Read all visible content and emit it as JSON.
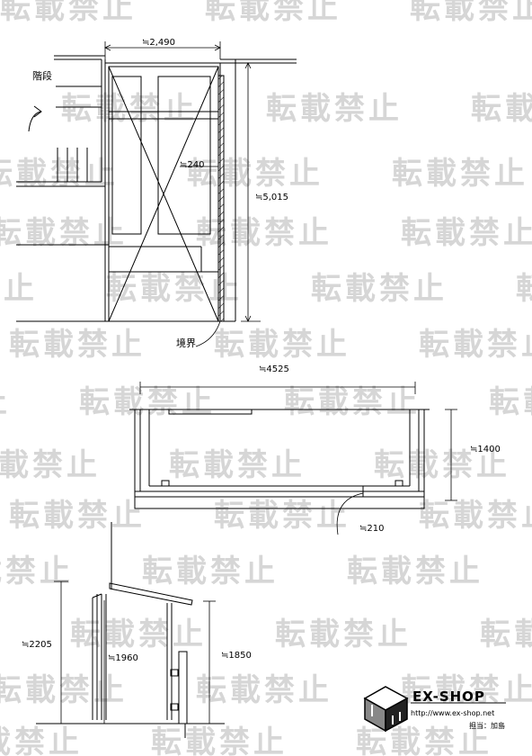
{
  "watermark": {
    "text": "転載禁止",
    "color": "#d6d6d6"
  },
  "plan_top": {
    "width_label": "≒2,490",
    "depth_label": "≒5,015",
    "wall_label": "≒240",
    "stairs_label": "階段",
    "boundary_label": "境界"
  },
  "plan_middle": {
    "width_label": "≒4525",
    "height_label": "≒1400",
    "inset_label": "≒210"
  },
  "section": {
    "height_total_label": "≒2205",
    "height_inner_label": "≒1960",
    "height_side_label": "≒1850"
  },
  "logo": {
    "brand": "EX-SHOP",
    "url": "http://www.ex-shop.net",
    "staff": "担当：加島"
  }
}
